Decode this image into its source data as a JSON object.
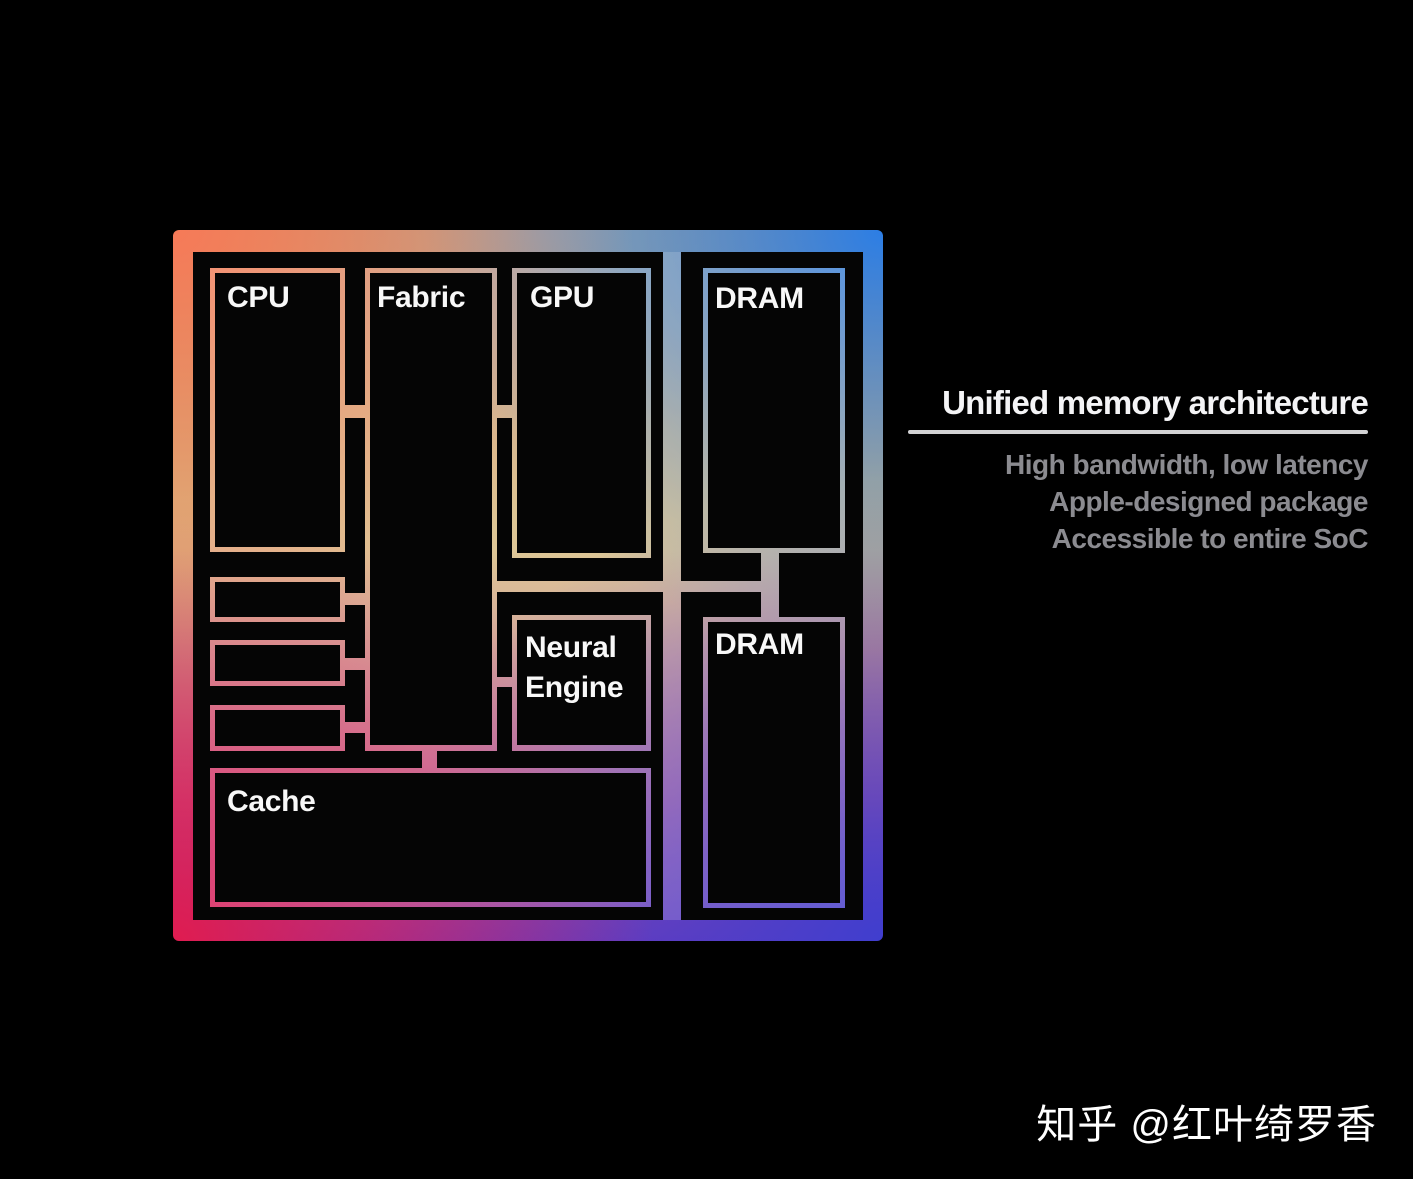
{
  "slide": {
    "diagram": {
      "soc_boxes": {
        "cpu": "CPU",
        "fabric": "Fabric",
        "gpu": "GPU",
        "neural_engine": "Neural Engine",
        "cache": "Cache"
      },
      "memory_boxes": {
        "dram_top": "DRAM",
        "dram_bottom": "DRAM"
      }
    },
    "info": {
      "title": "Unified memory architecture",
      "points": [
        "High bandwidth, low latency",
        "Apple-designed package",
        "Accessible to entire SoC"
      ]
    },
    "watermark": "知乎 @红叶绮罗香",
    "colors": {
      "background": "#000000",
      "corner_top_left": "#f67a58",
      "corner_top_right": "#2c7ee5",
      "corner_bottom_left": "#e01c50",
      "corner_bottom_right": "#403ece",
      "center_gold": "#d8bd83",
      "title_text": "#f4f4f6",
      "muted_text": "#8b8b90",
      "box_label_text": "#f8f8f8"
    }
  }
}
